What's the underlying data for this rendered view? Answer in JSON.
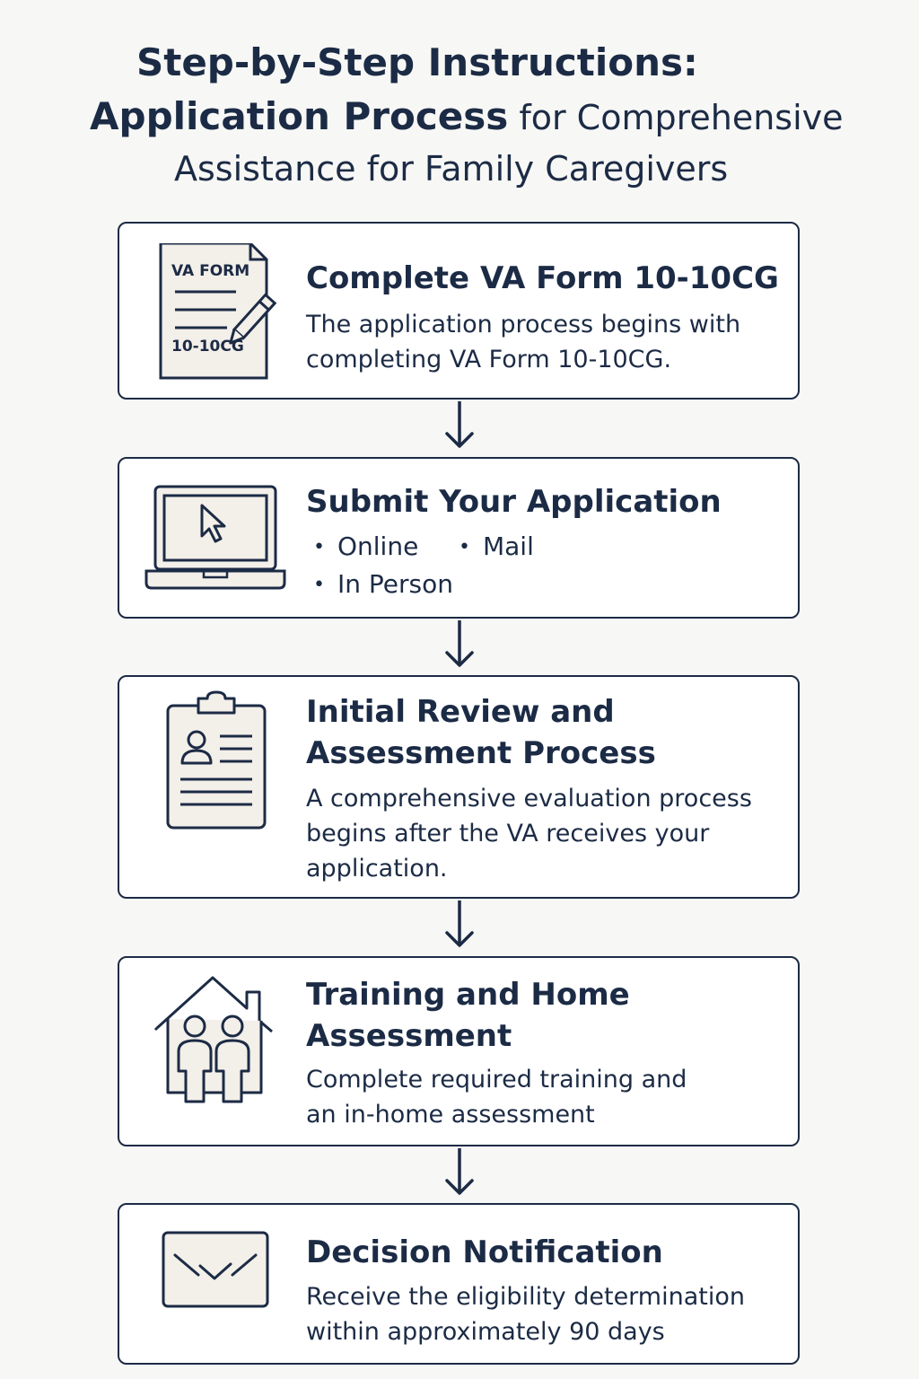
{
  "title": {
    "line1": "Step-by-Step Instructions:",
    "line2_bold": "Application Process",
    "line2_rest": " for Comprehensive",
    "line3": "Assistance for Family Caregivers"
  },
  "steps": [
    {
      "icon": "form-with-pencil-icon",
      "heading": "Complete VA Form 10-10CG",
      "body": "The application process begins with completing VA Form 10-10CG.",
      "icon_text_top": "VA FORM",
      "icon_text_bottom": "10-10CG"
    },
    {
      "icon": "laptop-cursor-icon",
      "heading": "Submit Your Application",
      "bullets": [
        "Online",
        "Mail",
        "In Person"
      ]
    },
    {
      "icon": "clipboard-profile-icon",
      "heading": "Initial Review and Assessment Process",
      "body": "A comprehensive evaluation process begins after the VA receives your application."
    },
    {
      "icon": "house-family-icon",
      "heading": "Training and Home Assessment",
      "body": "Complete required training and an in-home assessment"
    },
    {
      "icon": "envelope-check-icon",
      "heading": "Decision Notification",
      "body": "Receive the eligibility determination within approximately 90 days"
    }
  ],
  "colors": {
    "ink": "#1c2b45",
    "background": "#f7f7f5",
    "card": "#ffffff",
    "icon_fill": "#f3efe9"
  }
}
